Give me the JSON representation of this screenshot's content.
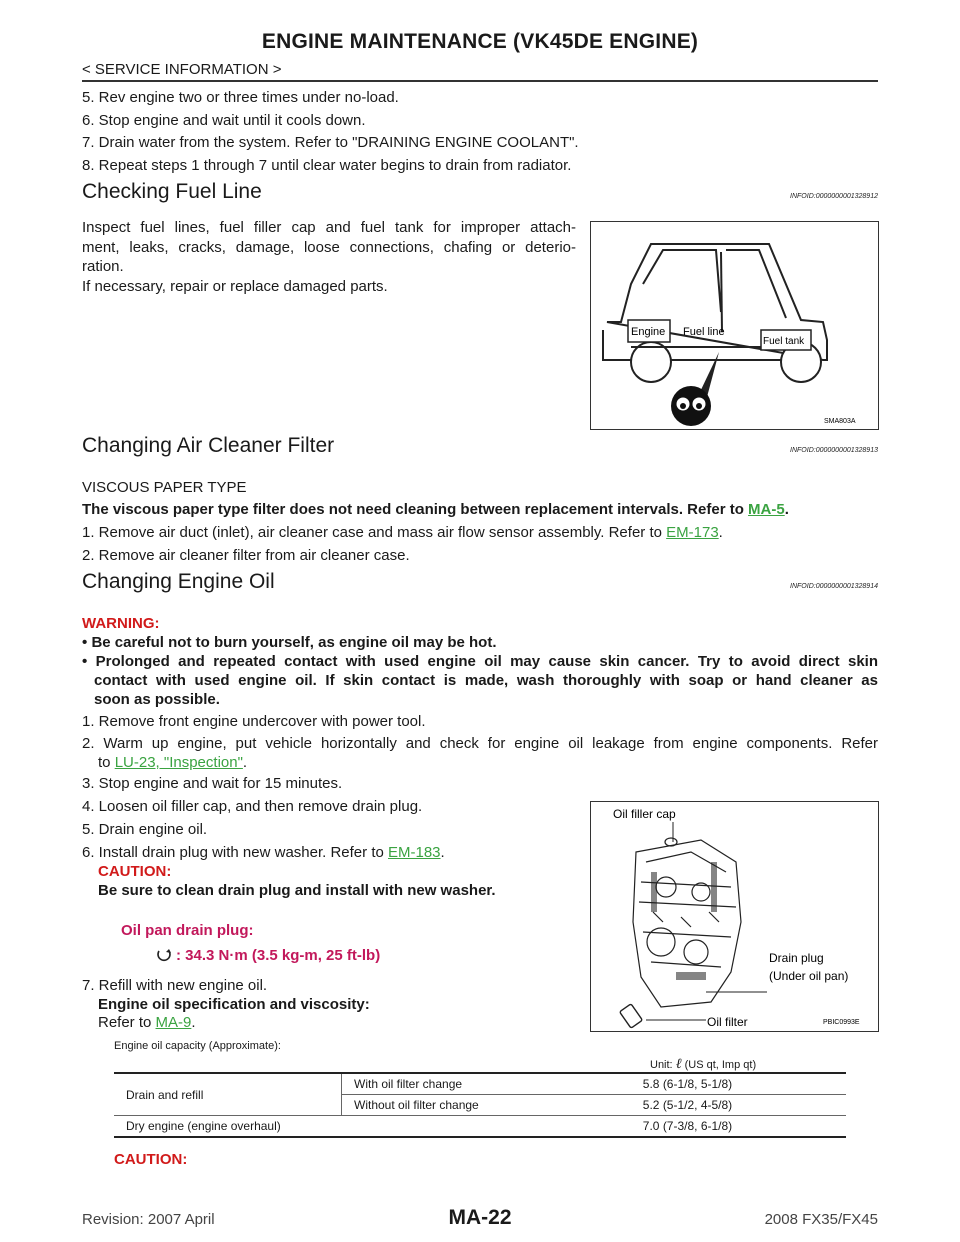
{
  "header": {
    "title": "ENGINE MAINTENANCE (VK45DE ENGINE)",
    "subtitle": "< SERVICE INFORMATION >"
  },
  "steps_top": [
    "5. Rev engine two or three times under no-load.",
    "6. Stop engine and wait until it cools down.",
    "7. Drain water from the system. Refer to \"DRAINING ENGINE COOLANT\".",
    "8. Repeat steps 1 through 7 until clear water begins to drain from radiator."
  ],
  "fuel_line": {
    "title": "Checking Fuel Line",
    "infoid": "INFOID:0000000001328912",
    "body": "Inspect fuel lines, fuel filler cap and fuel tank for improper attach-ment, leaks, cracks, damage, loose connections, chafing or deterio-ration.",
    "body_lines": [
      "Inspect fuel lines, fuel filler cap and fuel tank for improper attach-",
      "ment, leaks, cracks, damage, loose connections, chafing or deterio-",
      "ration."
    ],
    "body2": "If necessary, repair or replace damaged parts.",
    "figure": {
      "label_engine": "Engine",
      "label_fuel_line": "Fuel line",
      "label_fuel_tank": "Fuel tank",
      "code": "SMA803A"
    }
  },
  "air_cleaner": {
    "title": "Changing Air Cleaner Filter",
    "infoid": "INFOID:0000000001328913",
    "subhead": "VISCOUS PAPER TYPE",
    "bold_text": "The viscous paper type filter does not need cleaning between replacement intervals. Refer to",
    "bold_link": "MA-5",
    "step1_text": "1. Remove air duct (inlet), air cleaner case and mass air flow sensor assembly. Refer to",
    "step1_link": "EM-173",
    "step2": "2. Remove air cleaner filter from air cleaner case."
  },
  "engine_oil": {
    "title": "Changing Engine Oil",
    "infoid": "INFOID:0000000001328914",
    "warning_label": "WARNING:",
    "warning_bullets": [
      "Be careful not to burn yourself, as engine oil may be hot.",
      "Prolonged and repeated contact with used engine oil may cause skin cancer. Try to avoid direct skin contact with used engine oil. If skin contact is made, wash thoroughly with soap or hand cleaner as soon as possible."
    ],
    "warning_b2_lines": [
      "Prolonged and repeated contact with used engine oil may cause skin cancer. Try to avoid direct skin",
      "contact with used engine oil. If skin contact is made, wash thoroughly with soap or hand cleaner as",
      "soon as possible."
    ],
    "step1": "1. Remove front engine undercover with power tool.",
    "step2_text": "2. Warm up engine, put vehicle horizontally and check for engine oil leakage from engine components. Refer",
    "step2_to": "to",
    "step2_link": "LU-23, \"Inspection\"",
    "step3": "3. Stop engine and wait for 15 minutes.",
    "step4": "4. Loosen oil filler cap, and then remove drain plug.",
    "step5": "5. Drain engine oil.",
    "step6_text": "6. Install drain plug with new washer. Refer to",
    "step6_link": "EM-183",
    "caution_label": "CAUTION:",
    "caution_text": "Be sure to clean drain plug and install with new washer.",
    "drain_plug_label": "Oil pan drain plug:",
    "drain_plug_torque": ": 34.3 N·m (3.5 kg-m, 25 ft-lb)",
    "step7": "7. Refill with new engine oil.",
    "step7_spec": "Engine oil specification and viscosity:",
    "step7_refer": "Refer to",
    "step7_link": "MA-9",
    "figure": {
      "oil_filler_cap": "Oil filler cap",
      "drain_plug": "Drain plug",
      "under_oil_pan": "(Under oil pan)",
      "oil_filter": "Oil filter",
      "code": "PBIC0993E"
    },
    "capacity_caption": "Engine oil capacity (Approximate):",
    "unit_prefix": "Unit:",
    "unit_suffix": "(US qt, Imp qt)",
    "table": {
      "r1c1": "Drain and refill",
      "r1c2": "With oil filter change",
      "r1c3": "5.8 (6-1/8, 5-1/8)",
      "r2c2": "Without oil filter change",
      "r2c3": "5.2 (5-1/2, 4-5/8)",
      "r3c1": "Dry engine (engine overhaul)",
      "r3c3": "7.0 (7-3/8, 6-1/8)"
    },
    "caution_bottom": "CAUTION:"
  },
  "footer": {
    "revision": "Revision: 2007 April",
    "page": "MA-22",
    "model": "2008 FX35/FX45"
  }
}
